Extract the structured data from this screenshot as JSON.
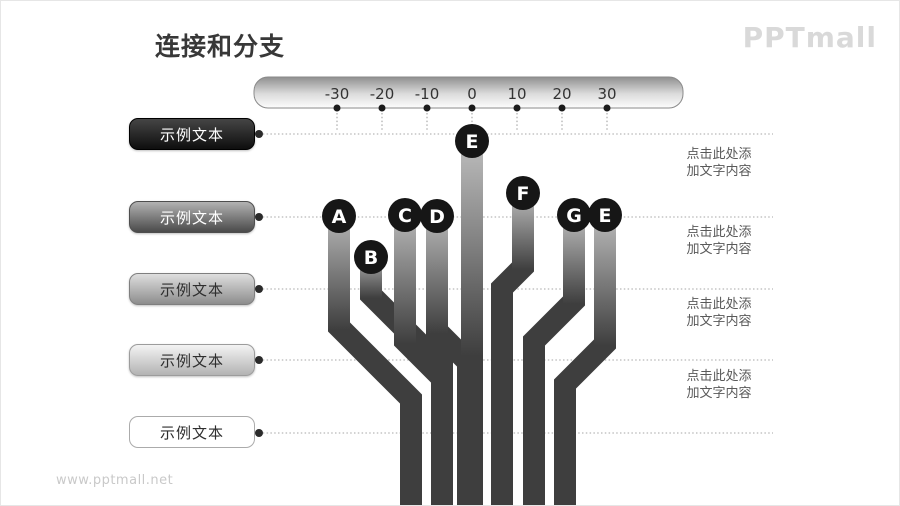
{
  "title": "连接和分支",
  "logo": "PPTmall",
  "footer": "www.pptmall.net",
  "ruler": {
    "ticks": [
      "-30",
      "-20",
      "-10",
      "0",
      "10",
      "20",
      "30"
    ]
  },
  "buttons": [
    {
      "label": "示例文本"
    },
    {
      "label": "示例文本"
    },
    {
      "label": "示例文本"
    },
    {
      "label": "示例文本"
    },
    {
      "label": "示例文本"
    }
  ],
  "notes": [
    {
      "line1": "点击此处添",
      "line2": "加文字内容"
    },
    {
      "line1": "点击此处添",
      "line2": "加文字内容"
    },
    {
      "line1": "点击此处添",
      "line2": "加文字内容"
    },
    {
      "line1": "点击此处添",
      "line2": "加文字内容"
    }
  ],
  "tree": {
    "branches": [
      {
        "label": "A"
      },
      {
        "label": "B"
      },
      {
        "label": "C"
      },
      {
        "label": "D"
      },
      {
        "label": "E"
      },
      {
        "label": "F"
      },
      {
        "label": "G"
      },
      {
        "label": "E"
      }
    ]
  },
  "colors": {
    "bar_dark": "#3e3e3e",
    "circle": "#161616",
    "tick_text": "#333333",
    "dotted_line": "#a6a6a6"
  }
}
